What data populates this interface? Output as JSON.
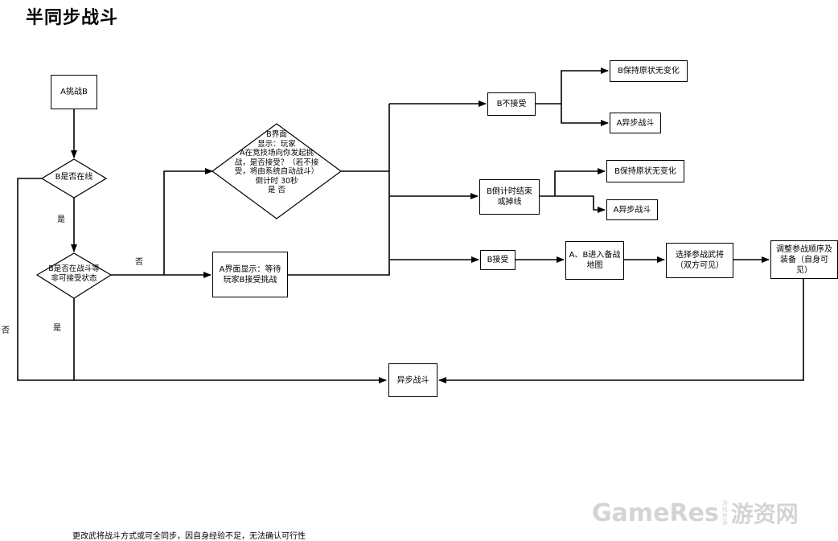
{
  "title": "半同步战斗",
  "nodes": {
    "a_challenge_b": "A挑战B",
    "b_online": "B是否在线",
    "b_in_battle": "B是否在战斗等\n非可接受状态",
    "b_screen": "B界面\n显示：玩家\nA在竞技场向你发起挑\n战，是否接受？（若不接\n受，将由系统自动战斗）\n倒计时    30秒\n是       否",
    "a_screen": "A界面显示：等待\n玩家B接受挑战",
    "b_reject": "B不接受",
    "b_reject_keep": "B保持原状无变化",
    "b_reject_async": "A异步战斗",
    "b_timeout": "B倒计时结束\n或掉线",
    "b_timeout_keep": "B保持原状无变化",
    "b_timeout_async": "A异步战斗",
    "b_accept": "B接受",
    "enter_map": "A、B进入备战\n地图",
    "select_generals": "选择参战武将\n（双方可见）",
    "adjust_order": "调整参战顺序及\n装备（自身可\n见）",
    "async_battle": "异步战斗"
  },
  "labels": {
    "yes_1": "是",
    "no_1": "否",
    "yes_2": "是",
    "no_2": "否"
  },
  "footer": "更改武将战斗方式或可全同步，因自身经验不足，无法确认可行性",
  "watermark": {
    "left": "GameRes",
    "small": "游戏资源",
    "right": "游资网"
  }
}
